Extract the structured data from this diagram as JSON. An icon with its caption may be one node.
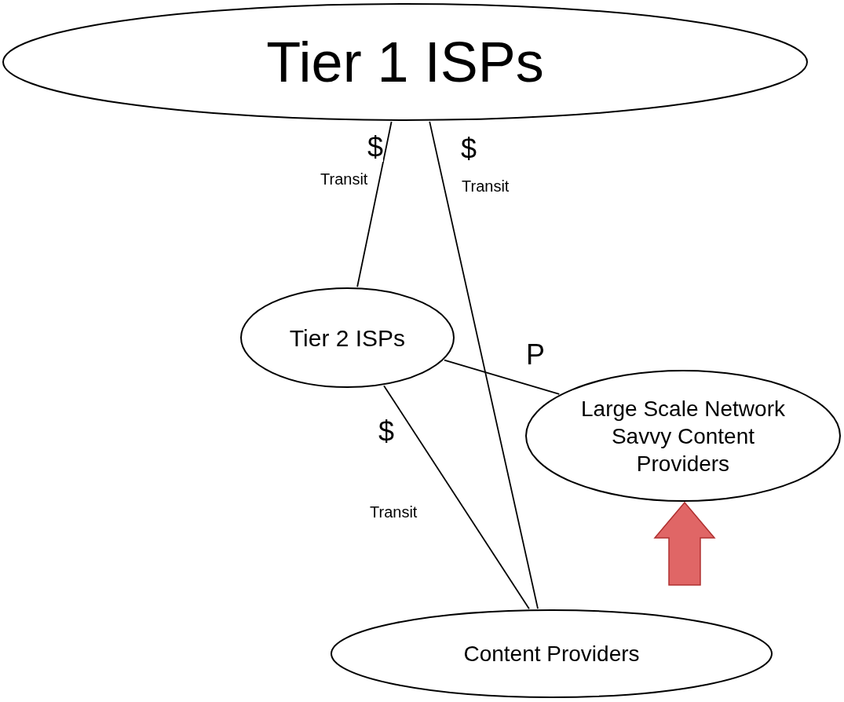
{
  "diagram": {
    "nodes": [
      {
        "text": [
          "Tier 1 ISPs"
        ]
      },
      {
        "text": [
          "Tier 2 ISPs"
        ]
      },
      {
        "text": [
          "Large Scale Network Savvy Content Providers"
        ]
      },
      {
        "text": [
          "Content Providers"
        ]
      }
    ],
    "edges": [
      {
        "from": 0,
        "to": 1,
        "arrow": "none",
        "label": "$"
      },
      {
        "from": 0,
        "to": 3,
        "arrow": "none",
        "label": "$"
      },
      {
        "from": 1,
        "to": 2,
        "arrow": "none",
        "label": "P"
      },
      {
        "from": 1,
        "to": 3,
        "arrow": "none",
        "label": "$"
      },
      {
        "from": null,
        "to": 2,
        "arrow": "to",
        "style": "thick",
        "color": "#e06666"
      }
    ],
    "labels": [
      "Transit",
      "Transit",
      "Transit"
    ]
  }
}
